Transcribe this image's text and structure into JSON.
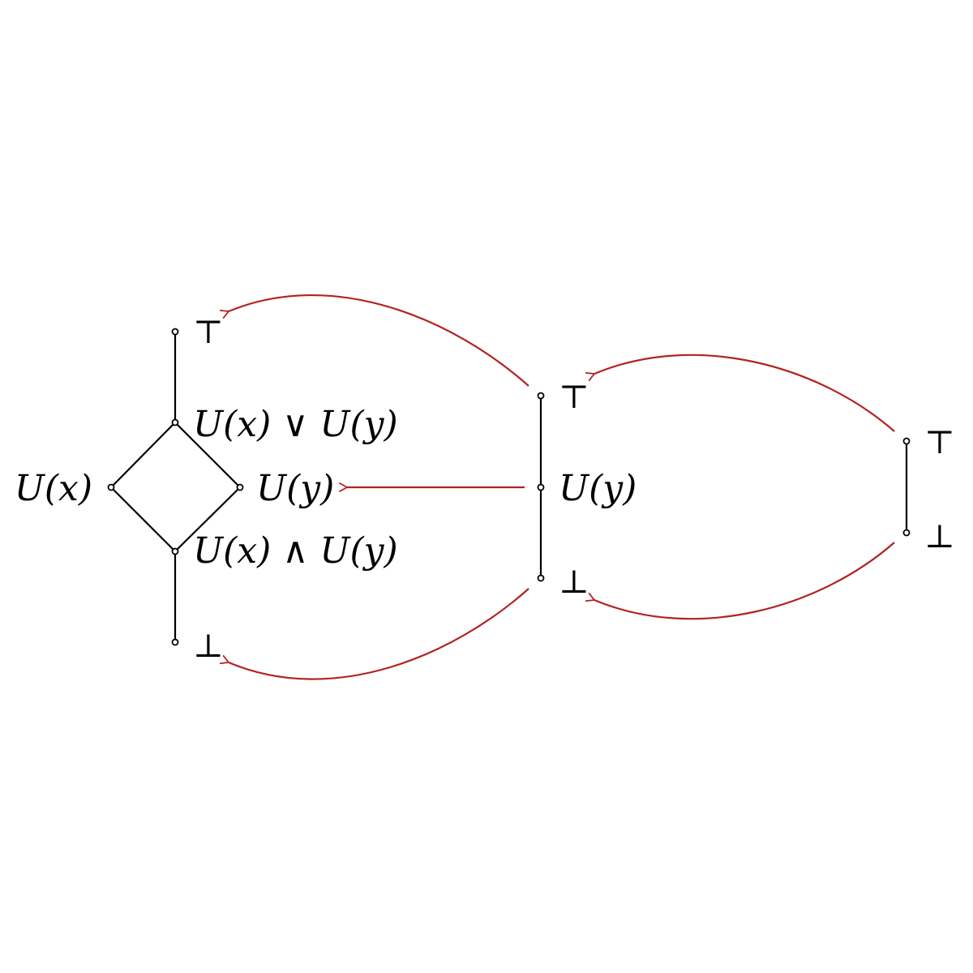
{
  "colors": {
    "arrow": "#b22222",
    "line": "#000000",
    "node_fill": "#ffffff"
  },
  "lattices": [
    {
      "id": "left",
      "nodes": [
        {
          "id": "top",
          "label": "⊤"
        },
        {
          "id": "join",
          "label": "U(x) ∨ U(y)"
        },
        {
          "id": "ux",
          "label": "U(x)"
        },
        {
          "id": "uy",
          "label": "U(y)"
        },
        {
          "id": "meet",
          "label": "U(x) ∧ U(y)"
        },
        {
          "id": "bot",
          "label": "⊥"
        }
      ]
    },
    {
      "id": "middle",
      "nodes": [
        {
          "id": "top",
          "label": "⊤"
        },
        {
          "id": "uy",
          "label": "U(y)"
        },
        {
          "id": "bot",
          "label": "⊥"
        }
      ]
    },
    {
      "id": "right",
      "nodes": [
        {
          "id": "top",
          "label": "⊤"
        },
        {
          "id": "bot",
          "label": "⊥"
        }
      ]
    }
  ]
}
